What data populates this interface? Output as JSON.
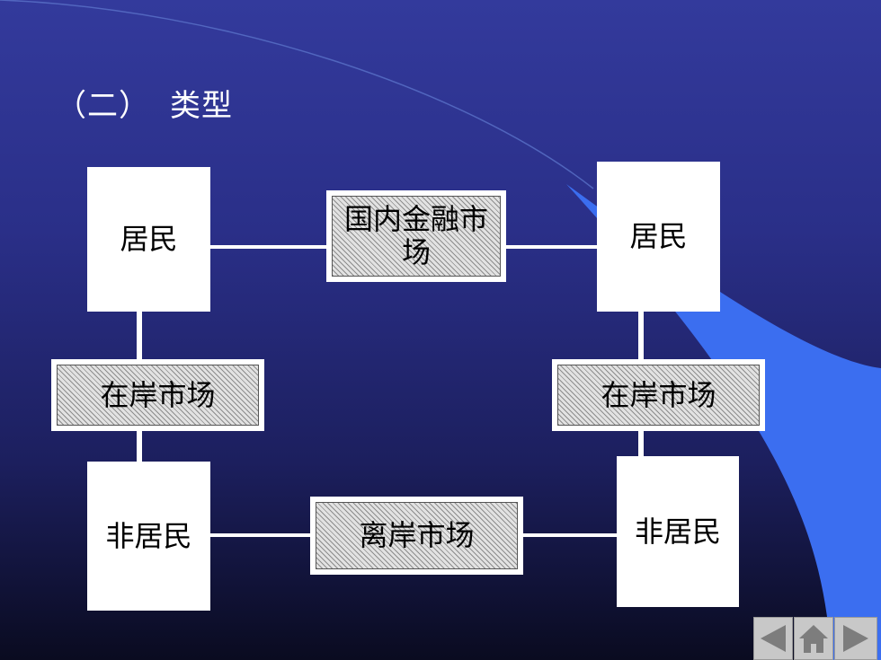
{
  "slide": {
    "heading_num": "（二）",
    "heading": "类型"
  },
  "nodes": {
    "resident_left": "居民",
    "resident_right": "居民",
    "nonresident_left": "非居民",
    "nonresident_right": "非居民",
    "domestic_market": "国内金融市场",
    "onshore_left": "在岸市场",
    "onshore_right": "在岸市场",
    "offshore_market": "离岸市场"
  },
  "nav": {
    "icons": [
      "prev-arrow-icon",
      "home-icon",
      "next-arrow-icon"
    ]
  },
  "colors": {
    "background_top": "#333a9c",
    "background_bottom": "#0a0b20",
    "accent_swoosh": "#3b6ef0"
  }
}
